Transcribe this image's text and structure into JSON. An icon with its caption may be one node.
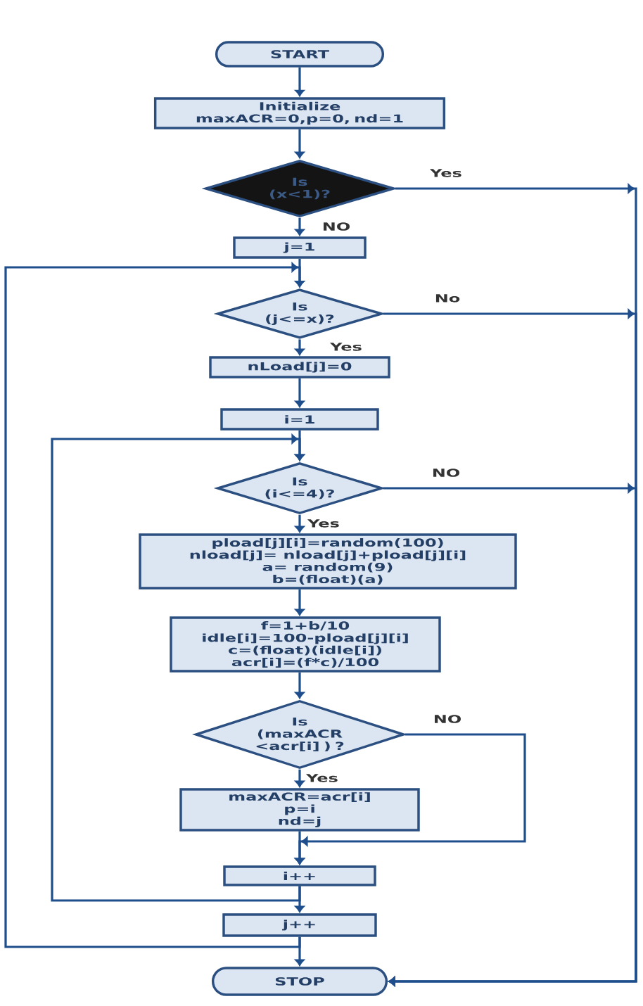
{
  "diagram": {
    "nodes": [
      {
        "text": [
          "START"
        ]
      },
      {
        "text": [
          "Initialize maxACR=0,p=0, nd=1"
        ]
      },
      {
        "text": [
          "Is (x<1)?"
        ]
      },
      {
        "text": [
          "j=1"
        ]
      },
      {
        "text": [
          "Is (j<=x)?"
        ]
      },
      {
        "text": [
          "nLoad[j]=0"
        ]
      },
      {
        "text": [
          "i=1"
        ]
      },
      {
        "text": [
          "Is (i<=4)?"
        ]
      },
      {
        "text": [
          "pload[j][i]=random(100)",
          "nload[j]= nload[j]+pload[j][i]",
          "a= random(9)",
          "b=(float)(a)"
        ]
      },
      {
        "text": [
          "f=1+b/10",
          "idle[i]=100-pload[j][i]",
          "c=(float)(idle[i])",
          "acr[i]=(f*c)/100"
        ]
      },
      {
        "text": [
          "Is (maxACR <acr[i] ) ?"
        ]
      },
      {
        "text": [
          "maxACR=acr[i]",
          "p=i",
          "nd=j"
        ]
      },
      {
        "text": [
          "i++"
        ]
      },
      {
        "text": [
          "j++"
        ]
      },
      {
        "text": [
          "STOP"
        ]
      }
    ],
    "edges": [
      {
        "from": 0,
        "to": 1,
        "arrow": "to"
      },
      {
        "from": 1,
        "to": 2,
        "arrow": "to"
      },
      {
        "from": 2,
        "to": 14,
        "arrow": "to",
        "label": "Yes"
      },
      {
        "from": 2,
        "to": 3,
        "arrow": "to",
        "label": "NO"
      },
      {
        "from": 3,
        "to": 4,
        "arrow": "to"
      },
      {
        "from": 4,
        "to": 14,
        "arrow": "to",
        "label": "No"
      },
      {
        "from": 4,
        "to": 5,
        "arrow": "to",
        "label": "Yes"
      },
      {
        "from": 5,
        "to": 6,
        "arrow": "to"
      },
      {
        "from": 6,
        "to": 7,
        "arrow": "to"
      },
      {
        "from": 7,
        "to": 14,
        "arrow": "to",
        "label": "NO"
      },
      {
        "from": 7,
        "to": 8,
        "arrow": "to",
        "label": "Yes"
      },
      {
        "from": 8,
        "to": 9,
        "arrow": "to"
      },
      {
        "from": 9,
        "to": 10,
        "arrow": "to"
      },
      {
        "from": 10,
        "to": 11,
        "arrow": "to",
        "label": "Yes"
      },
      {
        "from": 10,
        "to": 12,
        "arrow": "to",
        "label": "NO"
      },
      {
        "from": 11,
        "to": 12,
        "arrow": "to"
      },
      {
        "from": 12,
        "to": 7,
        "arrow": "to"
      },
      {
        "from": 12,
        "to": 13,
        "arrow": "to"
      },
      {
        "from": 13,
        "to": 4,
        "arrow": "to"
      },
      {
        "from": 13,
        "to": 14,
        "arrow": "to"
      }
    ]
  }
}
